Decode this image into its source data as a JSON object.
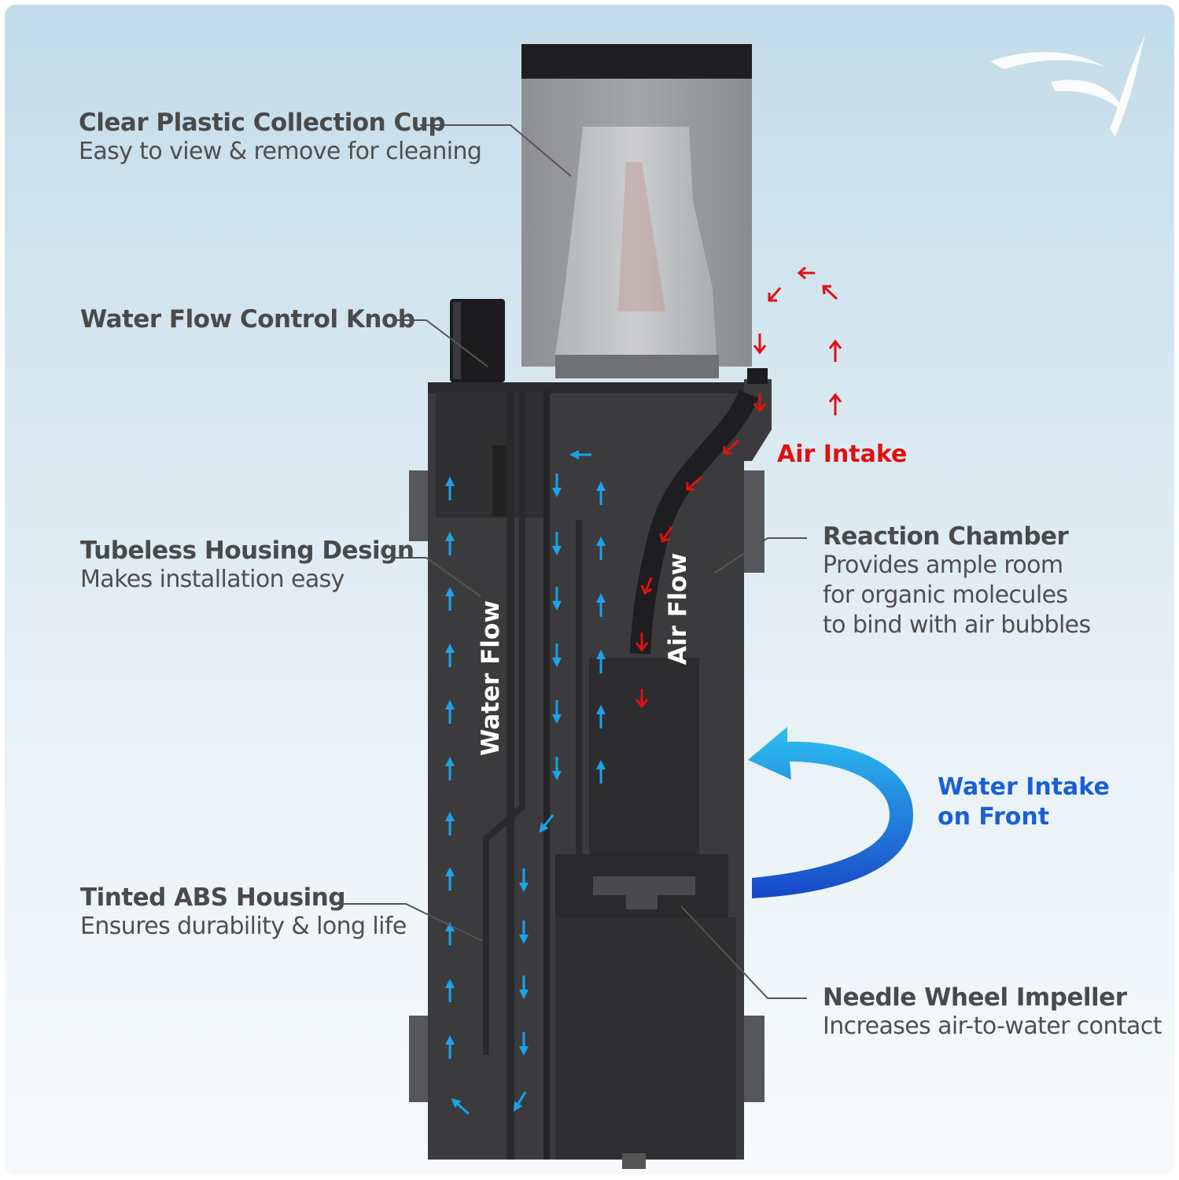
{
  "labels": {
    "collection_cup": {
      "title": "Clear Plastic Collection Cup",
      "desc": "Easy to view & remove for cleaning"
    },
    "flow_knob": {
      "title": "Water Flow Control Knob"
    },
    "tubeless": {
      "title": "Tubeless Housing Design",
      "desc": "Makes installation easy"
    },
    "abs_housing": {
      "title": "Tinted ABS Housing",
      "desc": "Ensures durability & long life"
    },
    "reaction_chamber": {
      "title": "Reaction Chamber",
      "desc_lines": [
        "Provides ample room",
        "for organic molecules",
        "to bind with air bubbles"
      ]
    },
    "impeller": {
      "title": "Needle Wheel Impeller",
      "desc": "Increases air-to-water contact"
    },
    "air_intake": "Air Intake",
    "water_intake": [
      "Water Intake",
      "on Front"
    ]
  },
  "flow_labels": {
    "water": "Water Flow",
    "air": "Air Flow"
  },
  "colors": {
    "water_arrow": "#1aa3e8",
    "air_arrow": "#e01010",
    "intake_blue": "#1a5fd6",
    "housing": "#3b3b3e"
  }
}
